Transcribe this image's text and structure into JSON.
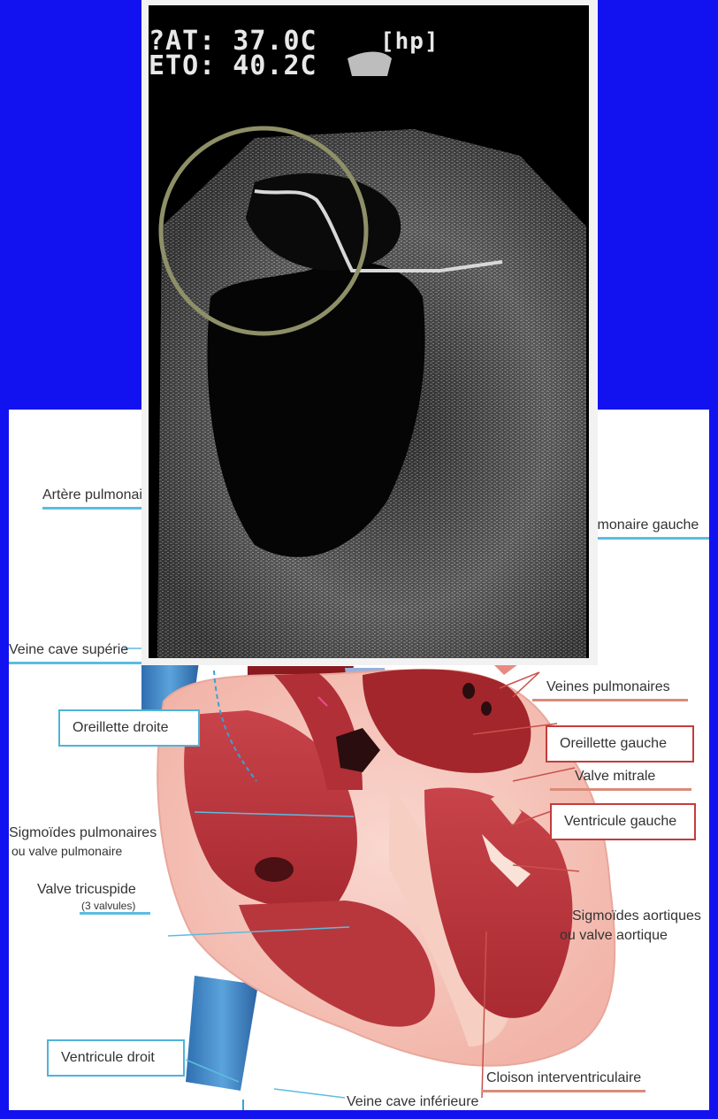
{
  "echo": {
    "readout_line1": "?AT: 37.0C",
    "readout_line2": "ETO: 40.2C",
    "readout_tag": "[hp]",
    "circle_color": "#8f8f68"
  },
  "diagram": {
    "labels": {
      "arteria_pulmonaire": "Artère pulmonai",
      "veines_pulmonaires_gauche": "lmonaire gauche",
      "veine_cave_superieure": "Veine cave supérie",
      "veines_pulmonaires": "Veines pulmonaires",
      "oreillette_droite": "Oreillette droite",
      "oreillette_gauche": "Oreillette gauche",
      "valve_mitrale": "Valve mitrale",
      "ventricule_gauche": "Ventricule gauche",
      "sigmoides_pulmonaires_1": "Sigmoïdes pulmonaires",
      "sigmoides_pulmonaires_2": "ou valve pulmonaire",
      "valve_tricuspide": "Valve tricuspide",
      "valve_tricuspide_note": "(3 valvules)",
      "sigmoides_aortiques_1": "Sigmoïdes aortiques",
      "sigmoides_aortiques_2": "ou valve aortique",
      "ventricule_droit": "Ventricule droit",
      "cloison_interventriculaire": "Cloison interventriculaire",
      "veine_cave_inferieure": "Veine cave inférieure"
    },
    "colors": {
      "background": "#1212f0",
      "blue_callout": "#4fb3d9",
      "red_callout": "#c43c3c",
      "vein_blue": "#3a7fc1",
      "heart_dark": "#9e1c22",
      "heart_mid": "#c9464a",
      "heart_light": "#f4c2b8"
    }
  }
}
